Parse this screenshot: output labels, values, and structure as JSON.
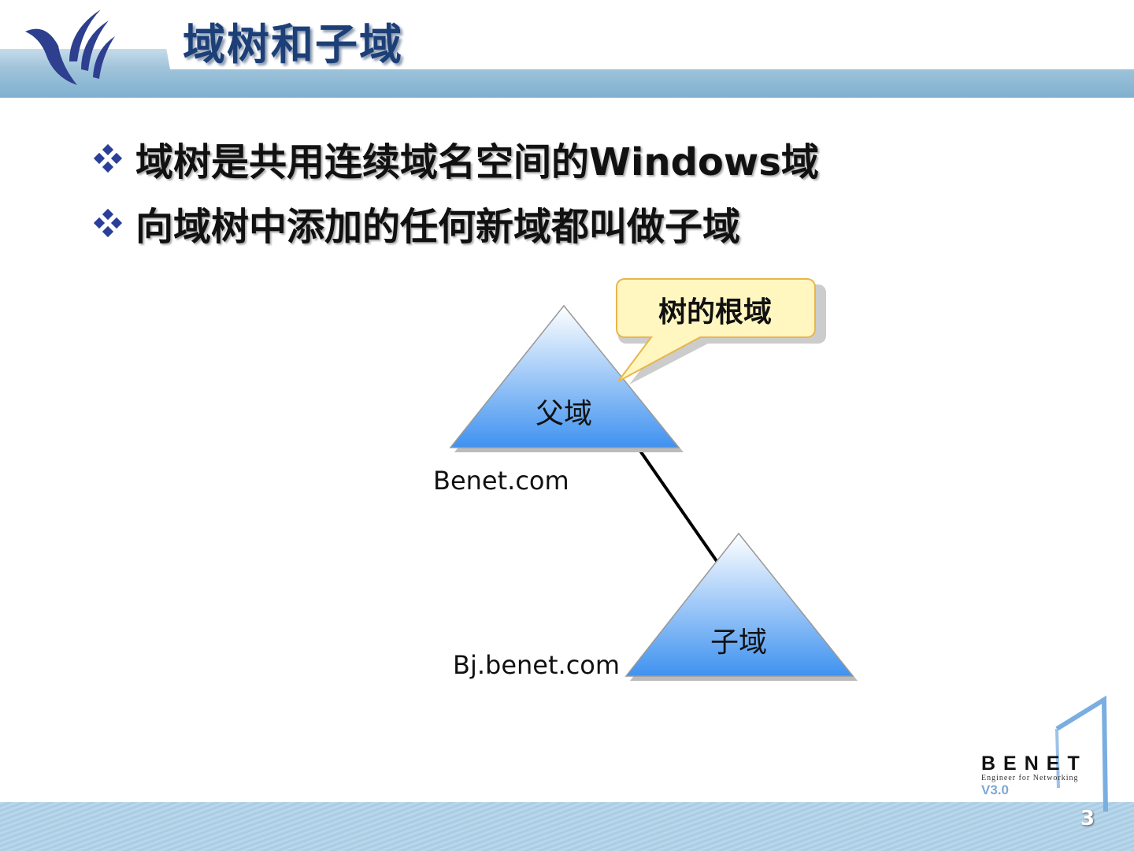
{
  "slide": {
    "title": "域树和子域",
    "bullets": [
      "域树是共用连续域名空间的Windows域",
      "向域树中添加的任何新域都叫做子域"
    ],
    "page_number": "3"
  },
  "diagram": {
    "parent": {
      "label": "父域",
      "domain_name": "Benet.com"
    },
    "child": {
      "label": "子域",
      "domain_name": "Bj.benet.com"
    },
    "callout": "树的根域",
    "colors": {
      "triangle_top": "#ffffff",
      "triangle_bottom": "#3f92f0",
      "callout_fill": "#fff6c0",
      "callout_border": "#e8b64a"
    }
  },
  "branding": {
    "name": "BENET",
    "tagline": "Engineer for Networking",
    "version": "V3.0"
  }
}
